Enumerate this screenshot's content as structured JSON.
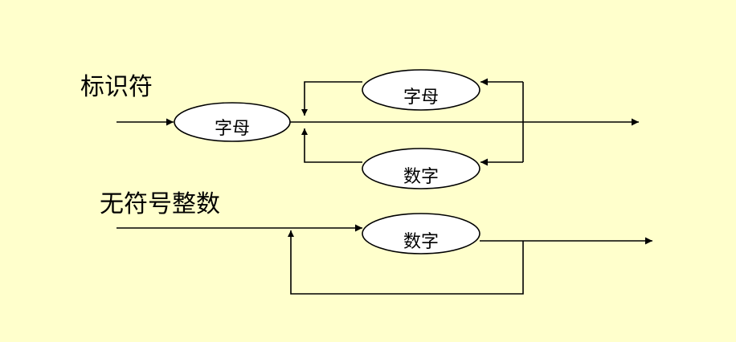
{
  "diagrams": [
    {
      "title": "标识符",
      "nodes": [
        {
          "id": "start-letter",
          "label": "字母"
        },
        {
          "id": "loop-letter",
          "label": "字母"
        },
        {
          "id": "loop-digit",
          "label": "数字"
        }
      ]
    },
    {
      "title": "无符号整数",
      "nodes": [
        {
          "id": "digit",
          "label": "数字"
        }
      ]
    }
  ],
  "colors": {
    "background": "#ffffcc",
    "node_fill": "#ffffff",
    "line": "#000000"
  }
}
